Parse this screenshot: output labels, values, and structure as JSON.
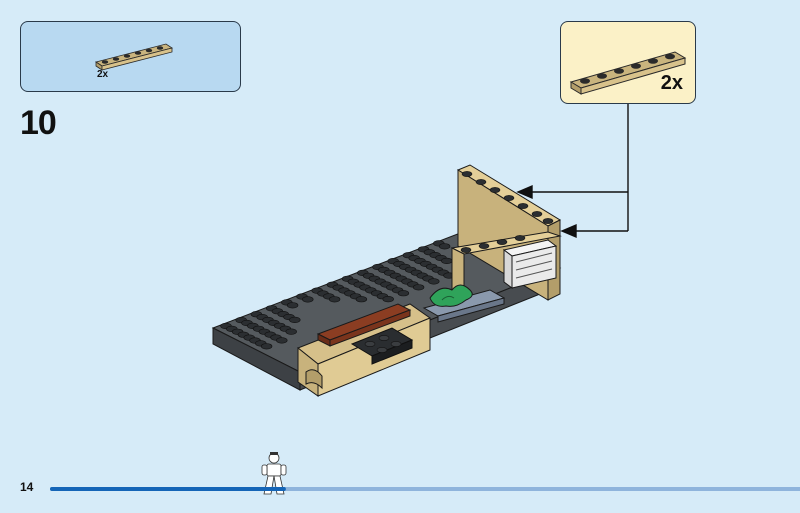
{
  "parts_list": {
    "quantity": "2x",
    "part": "tan-plate-1x6-icon",
    "color": "#e4cf98"
  },
  "step": {
    "number": "10"
  },
  "callout": {
    "quantity": "2x",
    "part": "tan-plate-1x6-icon",
    "color": "#e4cf98"
  },
  "progress": {
    "fraction": 0.31,
    "done_color": "#1565b7",
    "remaining_color": "#8fb4dc"
  },
  "page": {
    "number": "14"
  }
}
